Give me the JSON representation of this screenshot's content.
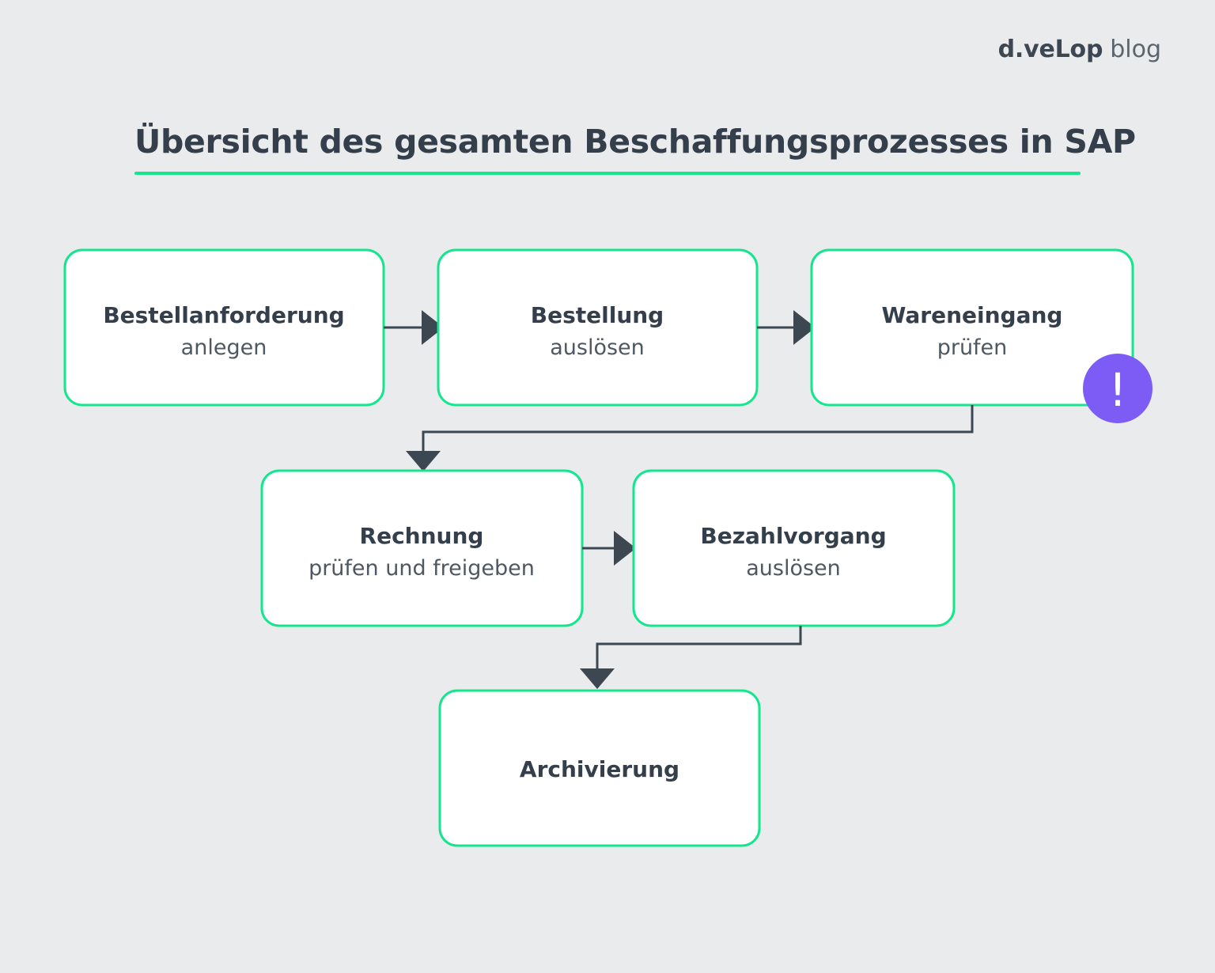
{
  "brand": {
    "mark_prefix": "d.",
    "mark_caps": "ve",
    "mark_l": "L",
    "mark_suffix": "op",
    "mark_full": "d.veLop",
    "word": "blog"
  },
  "header": {
    "title": "Übersicht des gesamten Beschaffungsprozesses in SAP"
  },
  "colors": {
    "background": "#e9ebec",
    "accent_green": "#14e68d",
    "text_dark": "#343f4b",
    "text_sub": "#4e5862",
    "badge_purple": "#7c5cf5",
    "node_fill": "#ffffff",
    "connector": "#3c4752"
  },
  "chart_data": {
    "type": "diagram",
    "title": "Übersicht des gesamten Beschaffungsprozesses in SAP",
    "nodes": [
      {
        "id": "bestellanforderung",
        "title": "Bestellanforderung",
        "subtitle": "anlegen",
        "row": 1,
        "col": 1
      },
      {
        "id": "bestellung",
        "title": "Bestellung",
        "subtitle": "auslösen",
        "row": 1,
        "col": 2
      },
      {
        "id": "wareneingang",
        "title": "Wareneingang",
        "subtitle": "prüfen",
        "row": 1,
        "col": 3,
        "badge": "!"
      },
      {
        "id": "rechnung",
        "title": "Rechnung",
        "subtitle": "prüfen und freigeben",
        "row": 2,
        "col": 1
      },
      {
        "id": "bezahlvorgang",
        "title": "Bezahlvorgang",
        "subtitle": "auslösen",
        "row": 2,
        "col": 2
      },
      {
        "id": "archivierung",
        "title": "Archivierung",
        "subtitle": "",
        "row": 3,
        "col": 1
      }
    ],
    "edges": [
      {
        "from": "bestellanforderung",
        "to": "bestellung",
        "style": "straight"
      },
      {
        "from": "bestellung",
        "to": "wareneingang",
        "style": "straight"
      },
      {
        "from": "wareneingang",
        "to": "rechnung",
        "style": "elbow"
      },
      {
        "from": "rechnung",
        "to": "bezahlvorgang",
        "style": "straight"
      },
      {
        "from": "bezahlvorgang",
        "to": "archivierung",
        "style": "elbow"
      }
    ],
    "badges": [
      {
        "node": "wareneingang",
        "glyph": "!",
        "color": "#7c5cf5",
        "meaning": "attention-marker"
      }
    ]
  }
}
